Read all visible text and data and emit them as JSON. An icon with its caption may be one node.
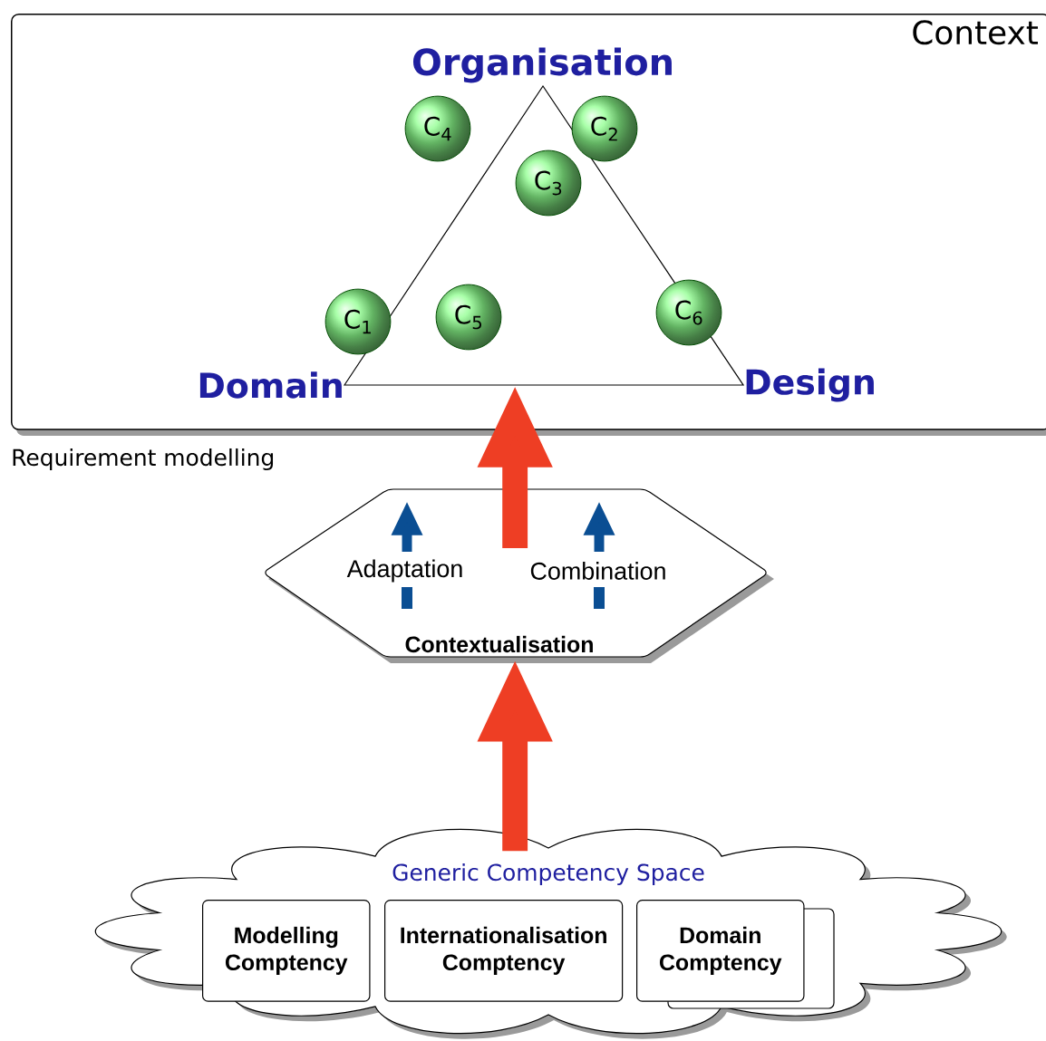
{
  "diagram": {
    "nodes": [
      {
        "text": [
          "Context"
        ],
        "beside": [
          "Requirement modelling"
        ]
      },
      {
        "text": [
          "Organisation",
          "Domain",
          "Design"
        ],
        "in": 0
      },
      {
        "text": [
          "C$_{4}$"
        ],
        "in": 1
      },
      {
        "text": [
          "C$_{2}$"
        ],
        "in": 1
      },
      {
        "text": [
          "C$_{3}$"
        ],
        "in": 1
      },
      {
        "text": [
          "C$_{1}$"
        ],
        "in": 1
      },
      {
        "text": [
          "C$_{5}$"
        ],
        "in": 1
      },
      {
        "text": [
          "C$_{6}$"
        ],
        "in": 1
      },
      {
        "text": [
          "Adaptation",
          "Combination",
          "Contextualisation"
        ]
      },
      {
        "text": [
          "Generic Competency Space"
        ]
      },
      {
        "text": [
          "Modelling Comptency"
        ],
        "in": 9
      },
      {
        "text": [
          "Internationalisation Comptency"
        ],
        "in": 9
      },
      {
        "text": [
          "Domain Comptency"
        ],
        "in": 9
      }
    ],
    "edges": [
      {
        "from": 9,
        "to": 8,
        "arrow": "to"
      },
      {
        "from": 8,
        "to": 1,
        "arrow": "to"
      }
    ]
  }
}
